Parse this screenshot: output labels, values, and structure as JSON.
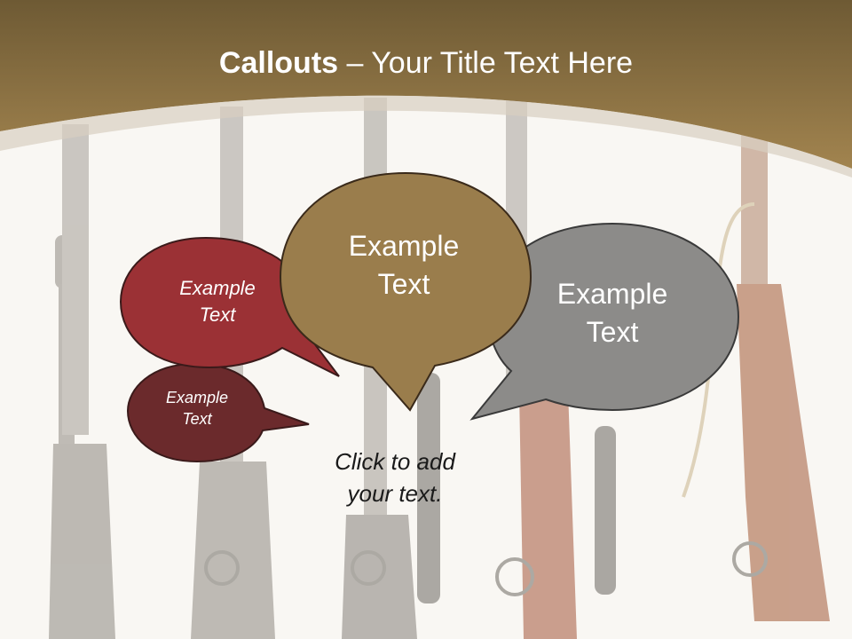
{
  "slide": {
    "title_bold": "Callouts",
    "title_rest": " – Your Title Text Here",
    "body_placeholder": "Click  to add\nyour text."
  },
  "callouts": [
    {
      "id": "red-large",
      "text": "Example\nText",
      "color": "#9b3135"
    },
    {
      "id": "red-small",
      "text": "Example\nText",
      "color": "#6b2a2c"
    },
    {
      "id": "brown-center",
      "text": "Example\nText",
      "color": "#9a7d4c"
    },
    {
      "id": "gray-right",
      "text": "Example\nText",
      "color": "#8c8b89"
    }
  ],
  "colors": {
    "header_dark": "#6e5a34",
    "header_light": "#a2844f",
    "background": "#f9f7f3",
    "rifle_gray": "#9a958d",
    "rifle_wood": "#8a4a2c"
  }
}
